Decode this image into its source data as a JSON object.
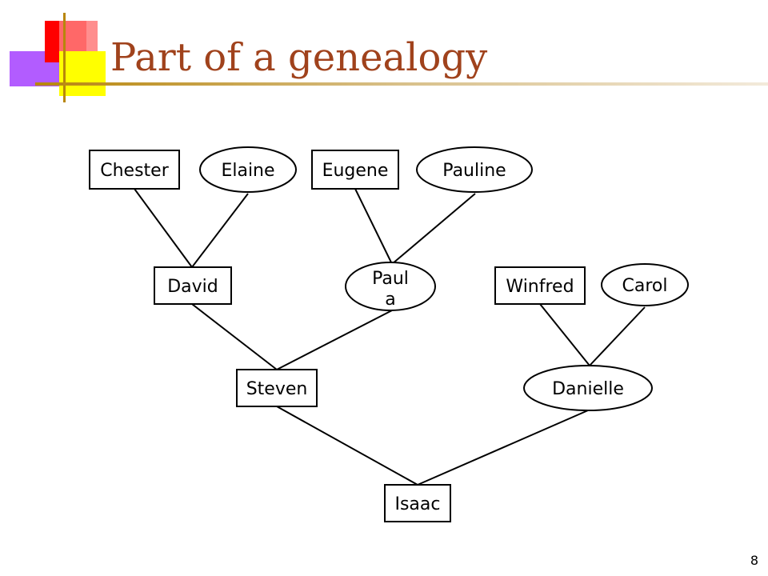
{
  "slide": {
    "title": "Part of a genealogy",
    "page_number": "8"
  },
  "genealogy": {
    "nodes": [
      {
        "id": "chester",
        "name": "Chester",
        "shape": "rectangle"
      },
      {
        "id": "elaine",
        "name": "Elaine",
        "shape": "ellipse"
      },
      {
        "id": "eugene",
        "name": "Eugene",
        "shape": "rectangle"
      },
      {
        "id": "pauline",
        "name": "Pauline",
        "shape": "ellipse"
      },
      {
        "id": "david",
        "name": "David",
        "shape": "rectangle"
      },
      {
        "id": "paula",
        "name": "Paul a",
        "shape": "ellipse"
      },
      {
        "id": "winfred",
        "name": "Winfred",
        "shape": "rectangle"
      },
      {
        "id": "carol",
        "name": "Carol",
        "shape": "ellipse"
      },
      {
        "id": "steven",
        "name": "Steven",
        "shape": "rectangle"
      },
      {
        "id": "danielle",
        "name": "Danielle",
        "shape": "ellipse"
      },
      {
        "id": "isaac",
        "name": "Isaac",
        "shape": "rectangle"
      }
    ],
    "edges": [
      {
        "from": "chester",
        "to": "david"
      },
      {
        "from": "elaine",
        "to": "david"
      },
      {
        "from": "eugene",
        "to": "paula"
      },
      {
        "from": "pauline",
        "to": "paula"
      },
      {
        "from": "david",
        "to": "steven"
      },
      {
        "from": "paula",
        "to": "steven"
      },
      {
        "from": "winfred",
        "to": "danielle"
      },
      {
        "from": "carol",
        "to": "danielle"
      },
      {
        "from": "steven",
        "to": "isaac"
      },
      {
        "from": "danielle",
        "to": "isaac"
      }
    ]
  }
}
